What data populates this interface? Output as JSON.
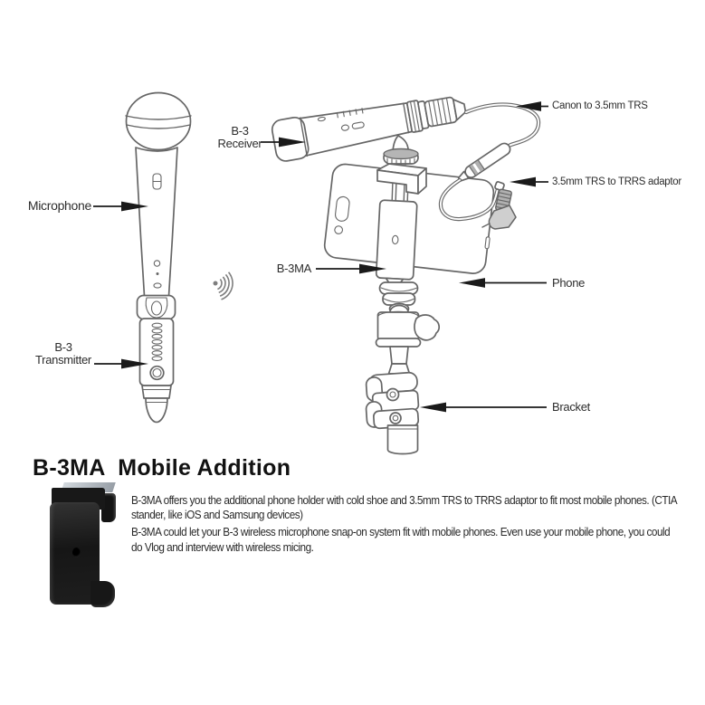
{
  "labels": {
    "microphone": "Microphone",
    "transmitter_line1": "B-3",
    "transmitter_line2": "Transmitter",
    "receiver_line1": "B-3",
    "receiver_line2": "Receiver",
    "canon_cable": "Canon to 3.5mm TRS",
    "trrs_adaptor": "3.5mm TRS to TRRS adaptor",
    "b3ma": "B-3MA",
    "phone": "Phone",
    "bracket": "Bracket"
  },
  "section": {
    "heading": "B-3MA  Mobile Addition",
    "paragraph1_lines": [
      "B-3MA offers you the additional phone holder with cold shoe and 3.5mm TRS to TRRS adaptor to fit most mobile phones. (CTIA",
      "stander, like iOS and Samsung devices)"
    ],
    "paragraph2_lines": [
      "B-3MA could let your B-3 wireless microphone snap-on system fit with mobile phones. Even use your mobile phone, you could",
      "do Vlog and interview with wireless micing."
    ]
  },
  "icons": {
    "wireless_signal": "wireless-signal-icon"
  },
  "colors": {
    "line_art": "#666666",
    "arrow": "#1a1a1a",
    "label_text": "#2d2d2d",
    "heading_text": "#121212",
    "body_text": "#2a2a2a",
    "metal_gray": "#b5b5b5"
  }
}
